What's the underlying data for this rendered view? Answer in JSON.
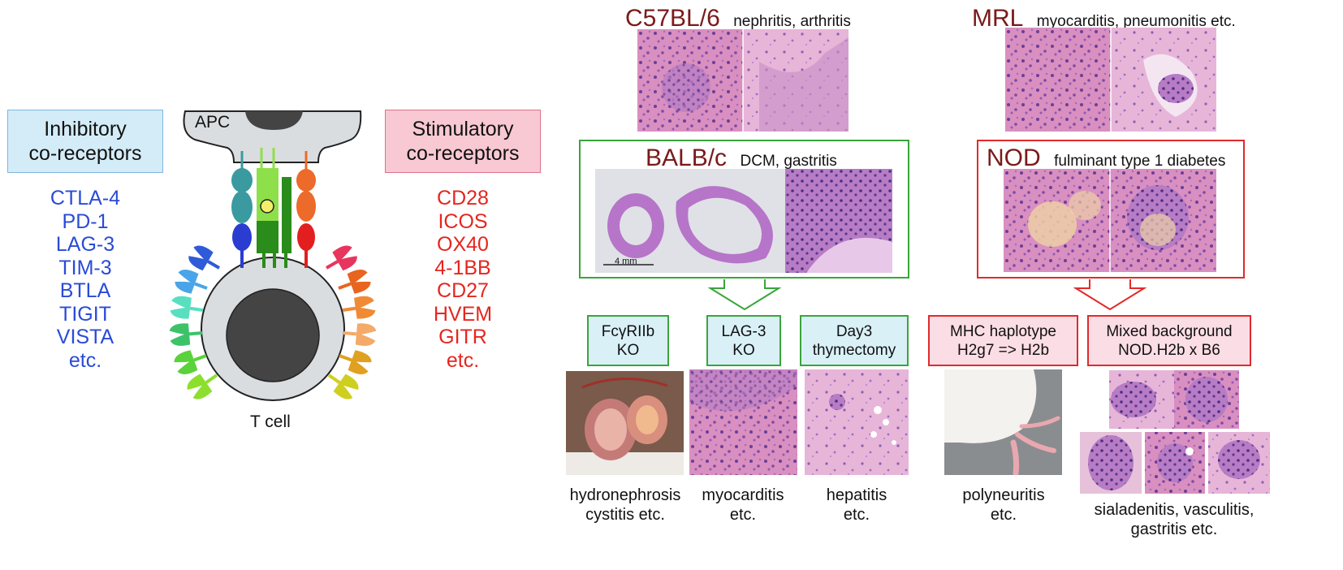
{
  "inhibitory": {
    "title_line1": "Inhibitory",
    "title_line2": "co-receptors",
    "items": [
      "CTLA-4",
      "PD-1",
      "LAG-3",
      "TIM-3",
      "BTLA",
      "TIGIT",
      "VISTA",
      "etc."
    ],
    "color": "#2a4bd7"
  },
  "stimulatory": {
    "title_line1": "Stimulatory",
    "title_line2": "co-receptors",
    "items": [
      "CD28",
      "ICOS",
      "OX40",
      "4-1BB",
      "CD27",
      "HVEM",
      "GITR",
      "etc."
    ],
    "color": "#e5261f"
  },
  "cell": {
    "apc_label": "APC",
    "tcell_label": "T cell"
  },
  "strains": {
    "c57": {
      "name": "C57BL/6",
      "diseases": "nephritis, arthritis"
    },
    "mrl": {
      "name": "MRL",
      "diseases": "myocarditis, pneumonitis etc."
    },
    "balb": {
      "name": "BALB/c",
      "diseases": "DCM, gastritis",
      "scale": "4 mm"
    },
    "nod": {
      "name": "NOD",
      "diseases": "fulminant type 1 diabetes"
    }
  },
  "models": [
    {
      "line1": "FcγRIIb",
      "line2": "KO",
      "cap1": "hydronephrosis",
      "cap2": "cystitis etc."
    },
    {
      "line1": "LAG-3",
      "line2": "KO",
      "cap1": "myocarditis",
      "cap2": "etc."
    },
    {
      "line1": "Day3",
      "line2": "thymectomy",
      "cap1": "hepatitis",
      "cap2": "etc."
    },
    {
      "line1": "MHC haplotype",
      "line2": "H2g7 => H2b",
      "cap1": "polyneuritis",
      "cap2": "etc."
    },
    {
      "line1": "Mixed background",
      "line2": "NOD.H2b x B6",
      "cap1": "sialadenitis, vasculitis,",
      "cap2": "gastritis etc."
    }
  ],
  "colors": {
    "green": "#3aa53a",
    "red": "#e22a2a",
    "blue_box_bg": "#d3ecf8",
    "blue_box_border": "#7fb6dd",
    "pink_box_bg": "#f8c9d3",
    "pink_box_border": "#e0708a",
    "strain_name": "#7a1a1a"
  }
}
